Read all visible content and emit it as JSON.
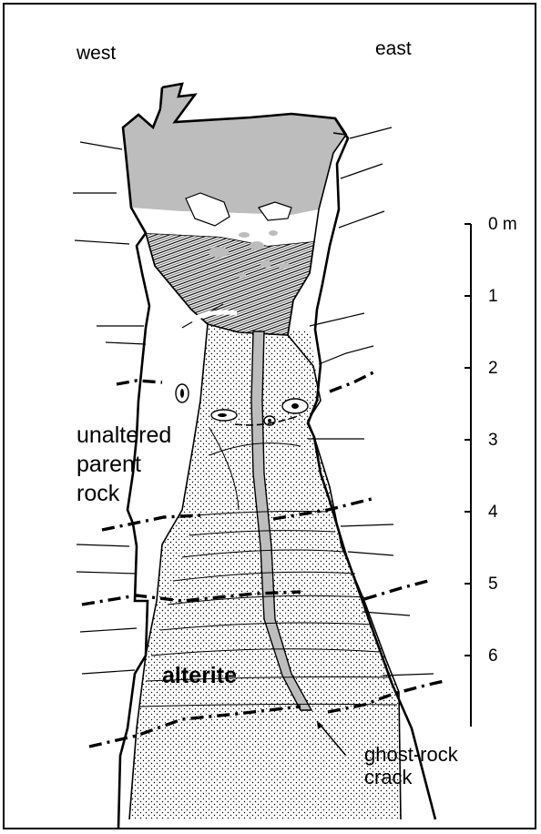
{
  "labels": {
    "west": "west",
    "east": "east",
    "unaltered": [
      "unaltered",
      "parent",
      "rock"
    ],
    "alterite": "alterite",
    "crack": [
      "ghost-rock",
      "crack"
    ]
  },
  "scale": {
    "unit": "m",
    "ticks": [
      "0 m",
      "1",
      "2",
      "3",
      "4",
      "5",
      "6"
    ]
  },
  "colors": {
    "ink": "#000000",
    "grey_cap": "#bdbdbd",
    "crack_fill": "#bdbdbd",
    "background": "#ffffff"
  }
}
